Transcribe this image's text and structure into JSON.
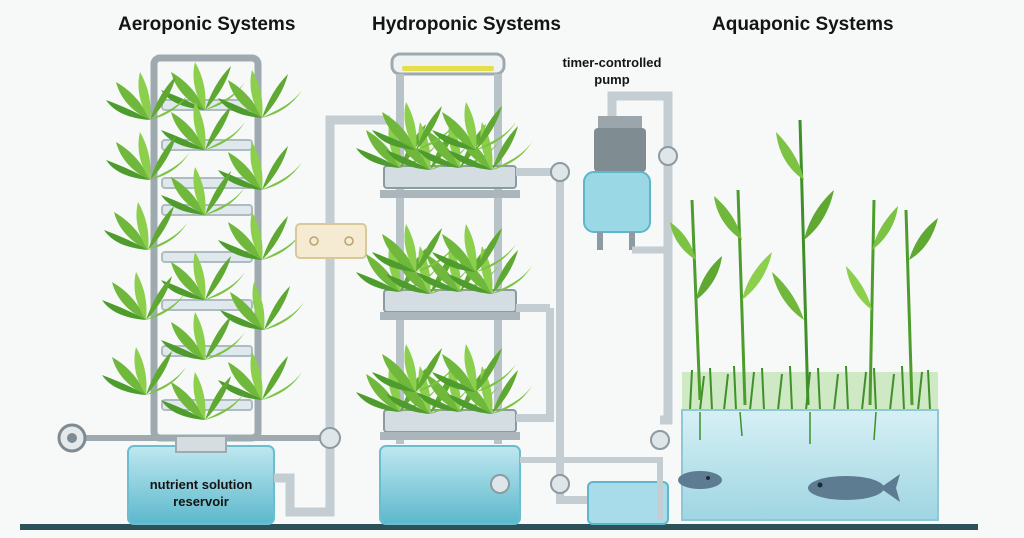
{
  "titles": {
    "aeroponic": "Aeroponic Systems",
    "hydroponic": "Hydroponic Systems",
    "aquaponic": "Aquaponic Systems"
  },
  "labels": {
    "pump_line1": "timer-controlled",
    "pump_line2": "pump",
    "reservoir_line1": "nutrient solution",
    "reservoir_line2": "reservoir"
  },
  "colors": {
    "pipe": "#c3cdd2",
    "pipe_edge": "#8c9aa2",
    "water": "#8fd3e0",
    "water_dark": "#4fb1c8",
    "leaf": "#7cc243",
    "leaf_dark": "#3f8f2a",
    "fish": "#4f6e86",
    "ground": "#2c5158"
  }
}
